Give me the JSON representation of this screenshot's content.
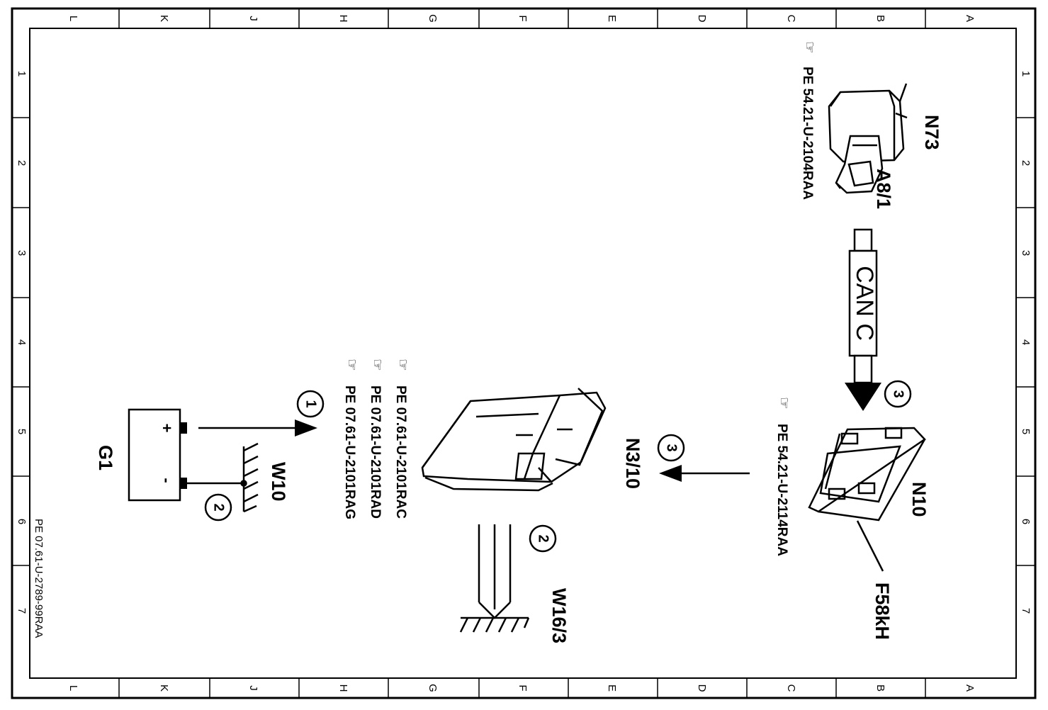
{
  "frame": {
    "columns": [
      "L",
      "K",
      "J",
      "H",
      "G",
      "F",
      "E",
      "D",
      "C",
      "B",
      "A"
    ],
    "rows": [
      "1",
      "2",
      "3",
      "4",
      "5",
      "6",
      "7"
    ]
  },
  "document_ref": "PE 07.61-U-2789-99RAA",
  "components": {
    "n73": "N73",
    "a8_1": "A8/1",
    "n10": "N10",
    "f58kh": "F58kH",
    "n3_10": "N3/10",
    "g1": "G1",
    "w10": "W10",
    "w16_3": "W16/3",
    "battery_plus": "+",
    "battery_minus": "-"
  },
  "bus": {
    "label": "CAN C"
  },
  "references": {
    "a8_1": "PE 54.21-U-2104RAA",
    "n10": "PE 54.21-U-2114RAA",
    "n3_10": [
      "PE 07.61-U-2101RAC",
      "PE 07.61-U-2101RAD",
      "PE 07.61-U-2101RAG"
    ]
  },
  "callouts": {
    "can_arrow": "3",
    "n10_to_n3": "3",
    "ground_w16": "2",
    "battery_supply": "1",
    "battery_ground": "2"
  }
}
